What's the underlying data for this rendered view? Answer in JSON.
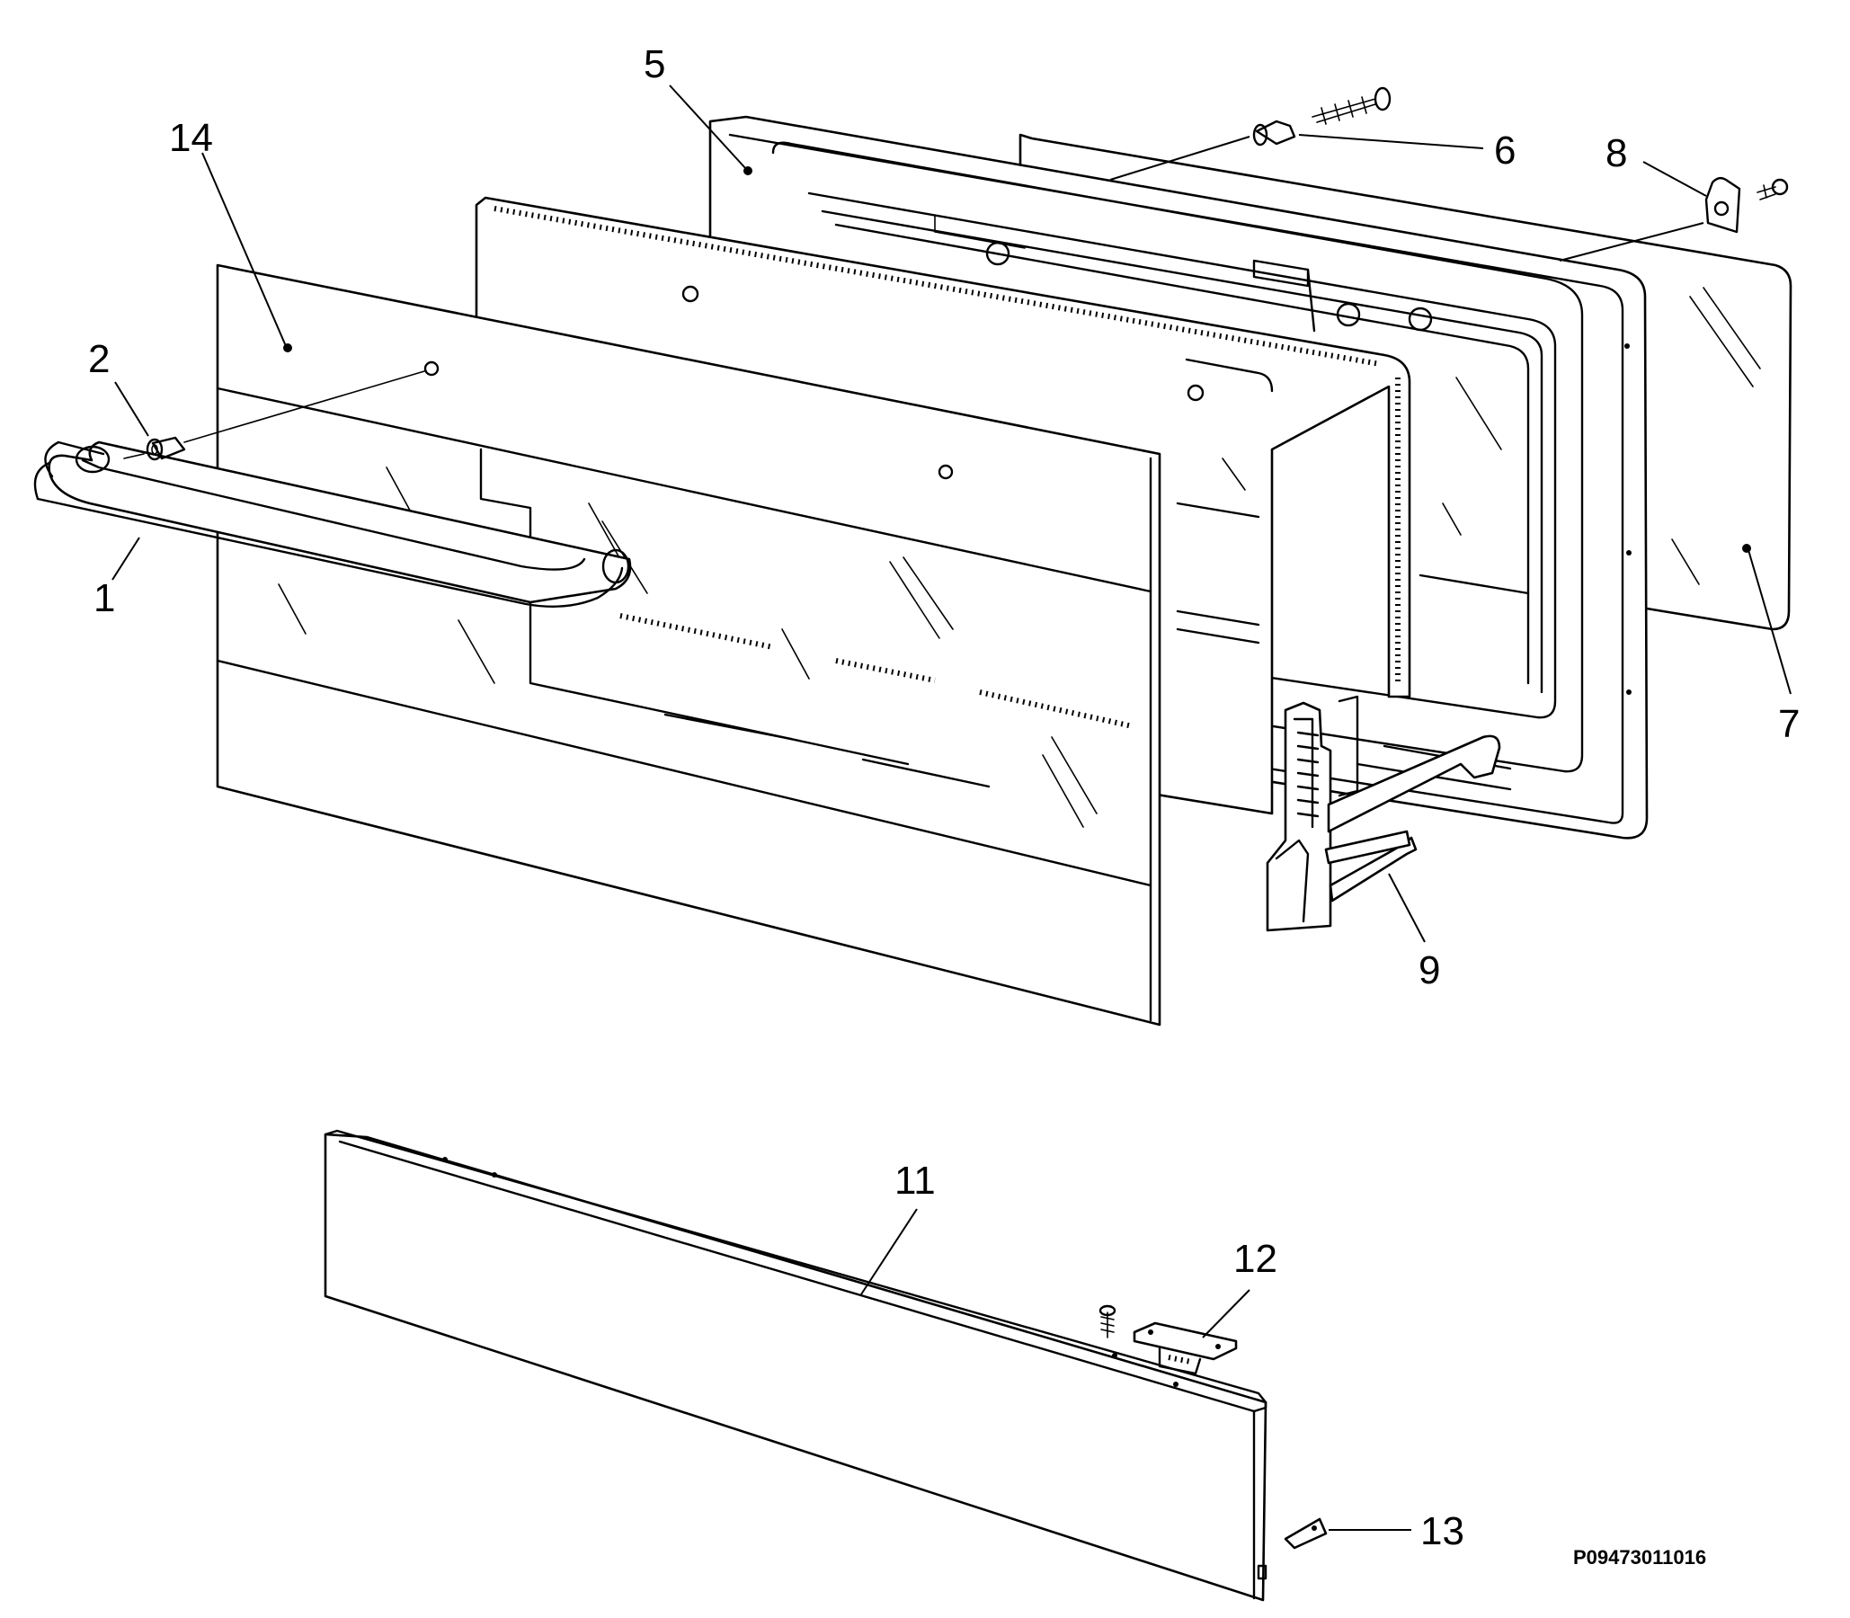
{
  "diagram": {
    "callouts": {
      "handle": "1",
      "handle_mount": "2",
      "inner_frame": "5",
      "fixing_screw": "6",
      "inner_glass": "7",
      "bracket": "8",
      "hinge": "9",
      "drawer_panel": "11",
      "catch": "12",
      "clip": "13",
      "outer_glass": "14"
    },
    "drawing_code": "P09473011016"
  }
}
